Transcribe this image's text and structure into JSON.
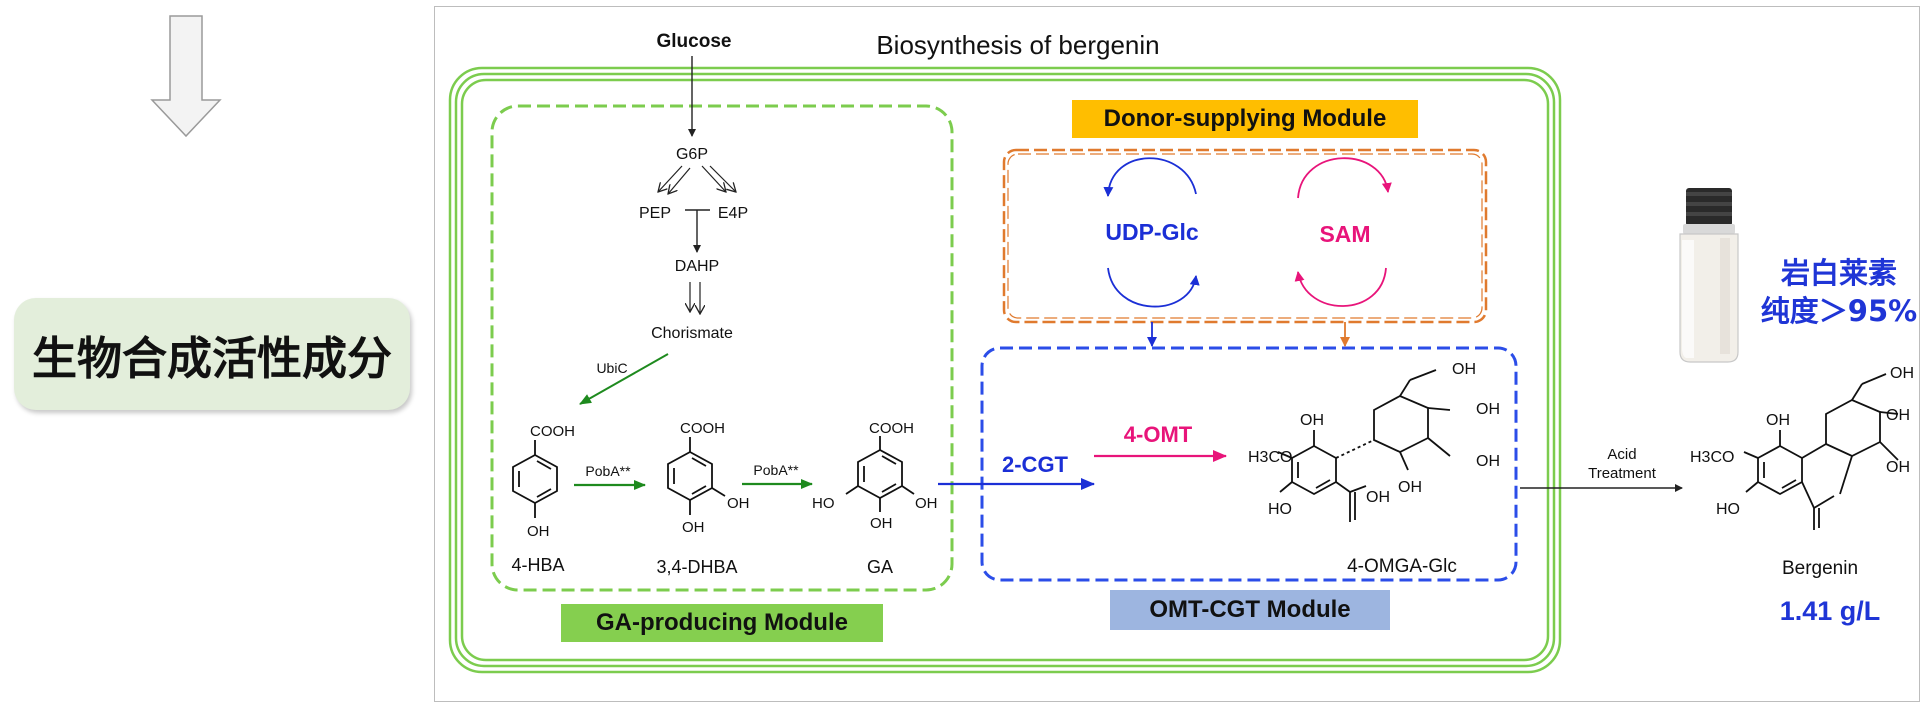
{
  "side": {
    "label": "生物合成活性成分"
  },
  "title": "Biosynthesis of bergenin",
  "pathway": {
    "glucose": "Glucose",
    "g6p": "G6P",
    "pep": "PEP",
    "e4p": "E4P",
    "dahp": "DAHP",
    "chorismate": "Chorismate",
    "ubic": "UbiC",
    "poba_1": "PobA**",
    "poba_2": "PobA**"
  },
  "compounds": {
    "hba": {
      "name": "4-HBA",
      "cooh": "COOH",
      "oh": "OH"
    },
    "dhba": {
      "name": "3,4-DHBA",
      "cooh": "COOH",
      "oh1": "OH",
      "oh2": "OH"
    },
    "ga": {
      "name": "GA",
      "cooh": "COOH",
      "oh_left": "HO",
      "oh_mid": "OH",
      "oh_right": "OH"
    },
    "omga": {
      "name": "4-OMGA-Glc",
      "oh_top": "OH",
      "ch2oh": "OH",
      "meo": "H3CO",
      "ho": "HO",
      "cooh": "OH",
      "s_oh1": "OH",
      "s_oh2": "OH",
      "s_oh3": "OH"
    },
    "bergenin": {
      "name": "Bergenin",
      "oh_top": "OH",
      "ch2oh": "OH",
      "meo": "H3CO",
      "ho": "HO",
      "s_oh1": "OH",
      "s_oh2": "OH"
    }
  },
  "enzymes": {
    "cgt": "2-CGT",
    "omt": "4-OMT"
  },
  "donors": {
    "udp": "UDP-Glc",
    "sam": "SAM"
  },
  "acid": {
    "line1": "Acid",
    "line2": "Treatment"
  },
  "modules": {
    "donor": "Donor-supplying Module",
    "ga": "GA-producing Module",
    "omt": "OMT-CGT Module"
  },
  "product": {
    "purity_line1": "岩白莱素",
    "purity_line2": "纯度＞95%",
    "yield": "1.41 g/L"
  },
  "colors": {
    "green_border": "#7ccc4e",
    "green_arrow": "#1e8a1e",
    "ga_module_bg": "#85cf4f",
    "donor_module_bg": "#ffbe00",
    "donor_box_border": "#e07a2e",
    "omt_box_border": "#2b4de8",
    "omt_module_bg": "#9db5e0",
    "udp_blue": "#1b2fd6",
    "sam_pink": "#e8147a",
    "side_bg": "#e3eedb"
  }
}
